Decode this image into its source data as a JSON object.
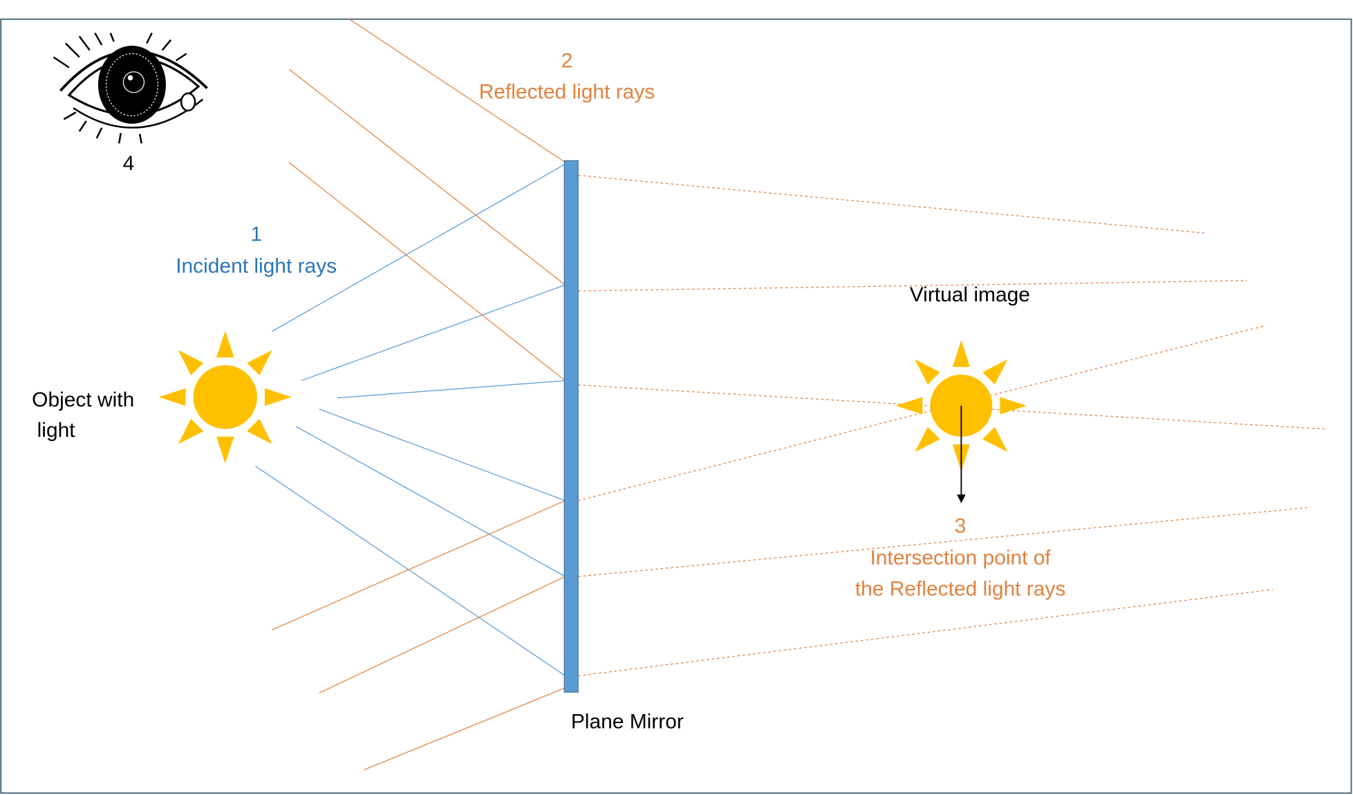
{
  "labels": {
    "reflected_number": "2",
    "reflected_title": "Reflected light rays",
    "incident_number": "1",
    "incident_title": "Incident light rays",
    "eye_number": "4",
    "object_line1": "Object with",
    "object_line2": "light",
    "virtual_image": "Virtual image",
    "intersection_number": "3",
    "intersection_line1": "Intersection point of",
    "intersection_line2": "the Reflected light rays",
    "mirror": "Plane Mirror"
  },
  "colors": {
    "incident": "#5B9BD5",
    "reflected": "#E2813F",
    "sun": "#FFC000",
    "mirror": "#5B9BD5",
    "border": "#41627A"
  }
}
